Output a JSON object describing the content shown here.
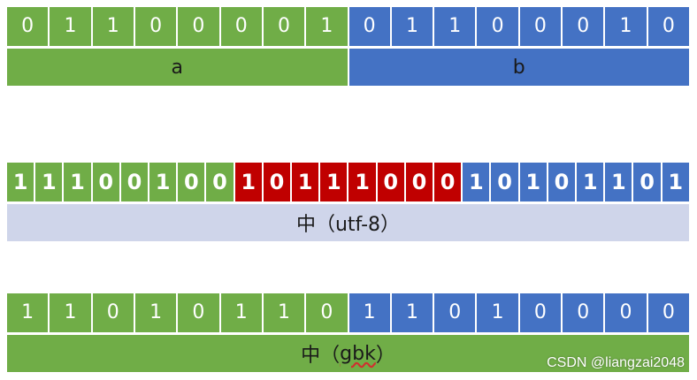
{
  "colors": {
    "green": "#70AD47",
    "blue": "#4472C4",
    "red": "#C00000",
    "lavender": "#CFD5EA"
  },
  "row1": {
    "bits": [
      {
        "v": "0",
        "c": "green"
      },
      {
        "v": "1",
        "c": "green"
      },
      {
        "v": "1",
        "c": "green"
      },
      {
        "v": "0",
        "c": "green"
      },
      {
        "v": "0",
        "c": "green"
      },
      {
        "v": "0",
        "c": "green"
      },
      {
        "v": "0",
        "c": "green"
      },
      {
        "v": "1",
        "c": "green"
      },
      {
        "v": "0",
        "c": "blue"
      },
      {
        "v": "1",
        "c": "blue"
      },
      {
        "v": "1",
        "c": "blue"
      },
      {
        "v": "0",
        "c": "blue"
      },
      {
        "v": "0",
        "c": "blue"
      },
      {
        "v": "0",
        "c": "blue"
      },
      {
        "v": "1",
        "c": "blue"
      },
      {
        "v": "0",
        "c": "blue"
      }
    ],
    "label_a": "a",
    "label_b": "b"
  },
  "row2": {
    "bits": [
      {
        "v": "1",
        "c": "green"
      },
      {
        "v": "1",
        "c": "green"
      },
      {
        "v": "1",
        "c": "green"
      },
      {
        "v": "0",
        "c": "green"
      },
      {
        "v": "0",
        "c": "green"
      },
      {
        "v": "1",
        "c": "green"
      },
      {
        "v": "0",
        "c": "green"
      },
      {
        "v": "0",
        "c": "green"
      },
      {
        "v": "1",
        "c": "red"
      },
      {
        "v": "0",
        "c": "red"
      },
      {
        "v": "1",
        "c": "red"
      },
      {
        "v": "1",
        "c": "red"
      },
      {
        "v": "1",
        "c": "red"
      },
      {
        "v": "0",
        "c": "red"
      },
      {
        "v": "0",
        "c": "red"
      },
      {
        "v": "0",
        "c": "red"
      },
      {
        "v": "1",
        "c": "blue"
      },
      {
        "v": "0",
        "c": "blue"
      },
      {
        "v": "1",
        "c": "blue"
      },
      {
        "v": "0",
        "c": "blue"
      },
      {
        "v": "1",
        "c": "blue"
      },
      {
        "v": "1",
        "c": "blue"
      },
      {
        "v": "0",
        "c": "blue"
      },
      {
        "v": "1",
        "c": "blue"
      }
    ],
    "label": "中（utf-8）"
  },
  "row3": {
    "bits": [
      {
        "v": "1",
        "c": "green"
      },
      {
        "v": "1",
        "c": "green"
      },
      {
        "v": "0",
        "c": "green"
      },
      {
        "v": "1",
        "c": "green"
      },
      {
        "v": "0",
        "c": "green"
      },
      {
        "v": "1",
        "c": "green"
      },
      {
        "v": "1",
        "c": "green"
      },
      {
        "v": "0",
        "c": "green"
      },
      {
        "v": "1",
        "c": "blue"
      },
      {
        "v": "1",
        "c": "blue"
      },
      {
        "v": "0",
        "c": "blue"
      },
      {
        "v": "1",
        "c": "blue"
      },
      {
        "v": "0",
        "c": "blue"
      },
      {
        "v": "0",
        "c": "blue"
      },
      {
        "v": "0",
        "c": "blue"
      },
      {
        "v": "0",
        "c": "blue"
      }
    ],
    "label_prefix": "中（",
    "label_word": "gbk",
    "label_suffix": "）"
  },
  "watermark": "CSDN @liangzai2048"
}
